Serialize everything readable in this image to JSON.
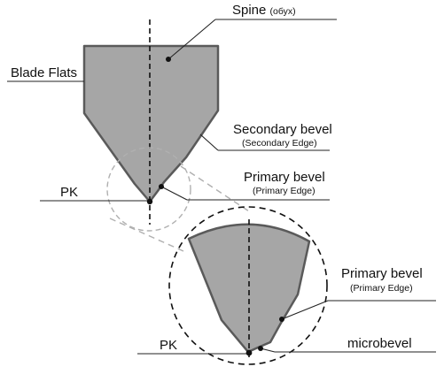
{
  "labels": {
    "spine": "Spine",
    "spine_note": "(обух)",
    "blade_flats": "Blade Flats",
    "secondary_bevel": "Secondary bevel",
    "secondary_edge": "(Secondary Edge)",
    "primary_bevel": "Primary bevel",
    "primary_edge": "(Primary Edge)",
    "pk": "PK",
    "detail_primary_bevel": "Primary bevel",
    "detail_primary_edge": "(Primary Edge)",
    "detail_pk": "PK",
    "microbevel": "microbevel"
  },
  "colors": {
    "blade_fill": "#a6a6a6",
    "blade_edge": "#5a5a5a",
    "line": "#222222",
    "zoom_guide": "#b0b0b0"
  }
}
